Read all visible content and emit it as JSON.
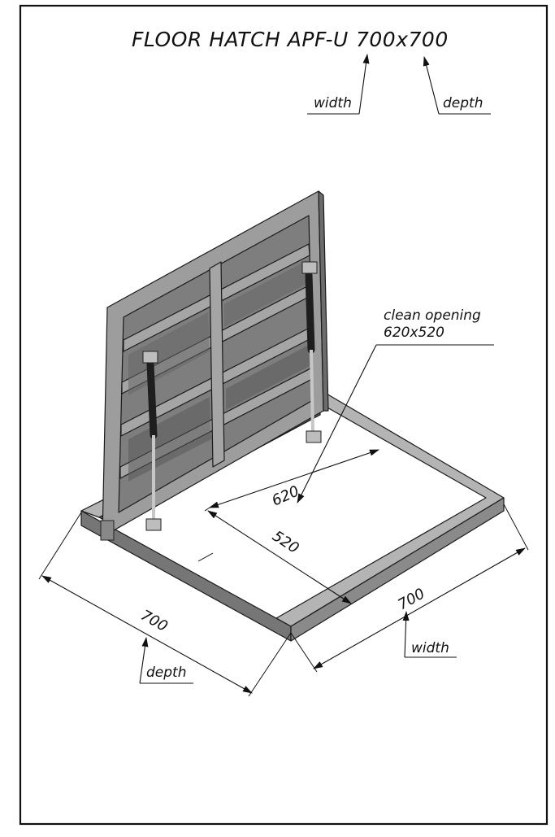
{
  "title": {
    "product": "FLOOR HATCH APF-U",
    "size": "700x700"
  },
  "top_labels": {
    "width": "width",
    "depth": "depth"
  },
  "callout": {
    "line1": "clean opening",
    "line2": "620x520"
  },
  "dimensions": {
    "inner_620": "620",
    "inner_520": "520",
    "outer_width_value": "700",
    "outer_width_label": "width",
    "outer_depth_value": "700",
    "outer_depth_label": "depth"
  },
  "colors": {
    "frame_top": "#a9a9a9",
    "frame_side": "#6e6e6e",
    "panel": "#8c8c8c",
    "panel_dark": "#5f5f5f",
    "strut_body": "#2a2a2a",
    "strut_rod": "#bdbdbd",
    "border": "#111111"
  }
}
